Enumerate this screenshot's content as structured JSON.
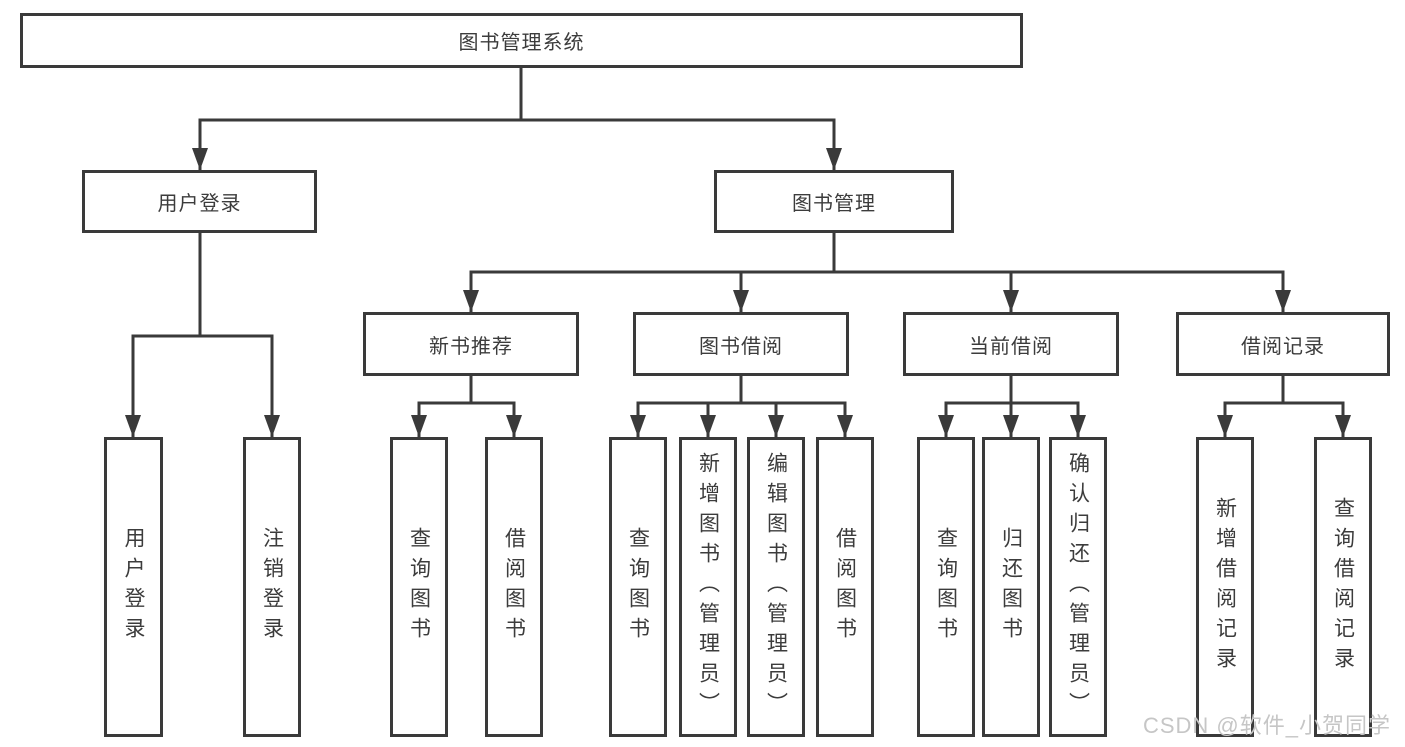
{
  "diagram": {
    "root": {
      "label": "图书管理系统"
    },
    "level1": [
      {
        "label": "用户登录"
      },
      {
        "label": "图书管理"
      }
    ],
    "level2": [
      {
        "label": "新书推荐"
      },
      {
        "label": "图书借阅"
      },
      {
        "label": "当前借阅"
      },
      {
        "label": "借阅记录"
      }
    ],
    "leaves": [
      {
        "label": "用户登录"
      },
      {
        "label": "注销登录"
      },
      {
        "label": "查询图书"
      },
      {
        "label": "借阅图书"
      },
      {
        "label": "查询图书"
      },
      {
        "label": "新增图书（管理员）"
      },
      {
        "label": "编辑图书（管理员）"
      },
      {
        "label": "借阅图书"
      },
      {
        "label": "查询图书"
      },
      {
        "label": "归还图书"
      },
      {
        "label": "确认归还（管理员）"
      },
      {
        "label": "新增借阅记录"
      },
      {
        "label": "查询借阅记录"
      }
    ]
  },
  "watermark": {
    "text": "CSDN @软件_小贺同学",
    "color": "#c6c6c6"
  },
  "colors": {
    "line": "#3a3a3a",
    "box_border": "#3a3a3a",
    "text": "#3c3c3c",
    "background": "#ffffff"
  }
}
